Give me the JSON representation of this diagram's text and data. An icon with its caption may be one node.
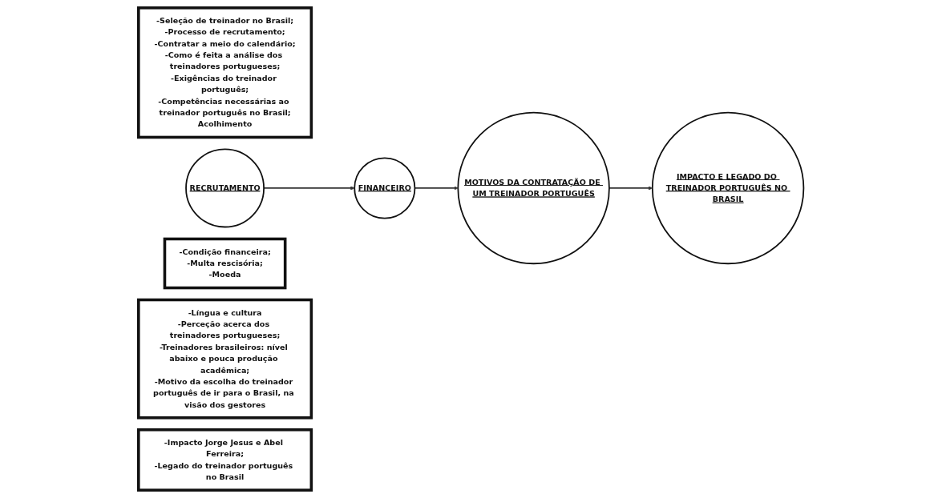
{
  "diagram": {
    "nodes": [
      {
        "text": [
          "-Seleção de treinador no Brasil;",
          "-Processo de recrutamento;",
          "-Contratar a meio do calendário;",
          "-Como é feita a análise dos treinadores portugueses;",
          "-Exigências do treinador português;",
          "-Competências necessárias ao treinador português no Brasil;",
          "Acolhimento"
        ]
      },
      {
        "text": [
          "RECRUTAMENTO"
        ]
      },
      {
        "text": [
          "FINANCEIRO"
        ]
      },
      {
        "text": [
          "-Condição financeira;",
          "-Multa rescisória;",
          "-Moeda"
        ]
      },
      {
        "text": [
          "-Língua e cultura",
          "-Perceção acerca dos treinadores portugueses;",
          "-Treinadores brasileiros: nível abaixo e pouca produção acadêmica;",
          "-Motivo da escolha do treinador português de ir para o Brasil, na visão dos gestores"
        ]
      },
      {
        "text": [
          "MOTIVOS DA CONTRATAÇÃO DE UM TREINADOR PORTUGUÊS"
        ]
      },
      {
        "text": [
          "IMPACTO E LEGADO DO TREINADOR PORTUGUÊS NO BRASIL"
        ]
      },
      {
        "text": [
          "-Impacto Jorge Jesus e Abel Ferreira;",
          "-Legado do treinador português no Brasil"
        ]
      }
    ],
    "edges": [
      {
        "from": 1,
        "to": 2,
        "arrow": "to"
      },
      {
        "from": 2,
        "to": 5,
        "arrow": "to"
      },
      {
        "from": 5,
        "to": 6,
        "arrow": "to"
      }
    ]
  }
}
